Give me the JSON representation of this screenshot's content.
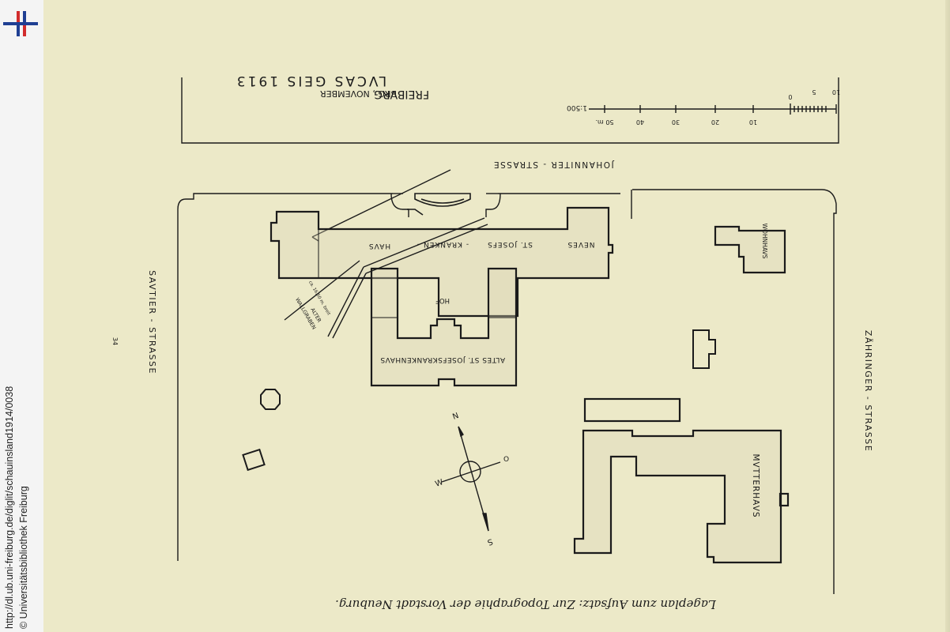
{
  "sidebar": {
    "url": "http://dl.ub.uni-freiburg.de/diglit/schauinsland1914/0038",
    "copyright": "© Universitätsbibliothek Freiburg",
    "brand_colors": {
      "blue": "#1f3f93",
      "red": "#d12c2c"
    },
    "logo_icon": "ub-freiburg-logo-icon"
  },
  "map": {
    "caption": "Lageplan zum Aufsatz: Zur Topographie der Vorstadt Neuburg.",
    "page_number": "34",
    "title_block": {
      "place": "FREIBVRG",
      "place_suffix": "i. BRG., NOVEMBER",
      "author": "LVCAS GEIS 1913"
    },
    "scale": {
      "label": "1:500",
      "ticks": [
        "10",
        "5",
        "0",
        "10",
        "20",
        "30",
        "40",
        "50 m."
      ]
    },
    "streets": {
      "johanniter": "JOHANNITER - STRASSE",
      "sautier": "SAVTIER - STRASSE",
      "zaehringer": "ZÄHRINGER - STRASSE"
    },
    "buildings": {
      "neues_1": "NEVES",
      "neues_2": "ST. JOSEFS",
      "neues_3": "- KRANKEN -",
      "neues_4": "HAVS",
      "hof": "HOF",
      "altes": "ALTES ST. JOSEFSKRANKENHAVS",
      "wohnhaus": "WOHNHAVS",
      "mutterhaus": "MVTTERHAVS",
      "wall_1": "ALTER",
      "wall_2": "WALLGRABEN",
      "wall_3": "ca. 16,50 m. breit"
    },
    "compass": {
      "n": "N",
      "s": "S",
      "o": "O",
      "w": "W"
    }
  }
}
